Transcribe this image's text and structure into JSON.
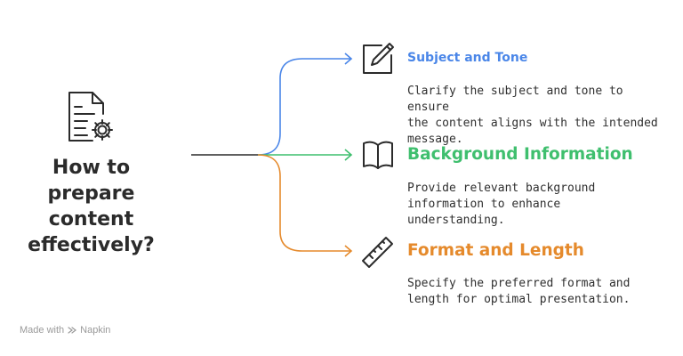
{
  "question": [
    "How to",
    "prepare",
    "content",
    "effectively?"
  ],
  "icons": {
    "main": "document-gear-icon",
    "subject_and_tone": "pencil-notepad-icon",
    "background_information": "open-book-icon",
    "format_and_length": "ruler-icon"
  },
  "branches": [
    {
      "title": "Subject and Tone",
      "description": [
        "Clarify the subject and tone to ensure",
        "the content aligns with the intended",
        "message."
      ],
      "color": "#4a86e8"
    },
    {
      "title": "Background Information",
      "description": [
        "Provide relevant background",
        "information to enhance",
        "understanding."
      ],
      "color": "#3fbf6e"
    },
    {
      "title": "Format and Length",
      "description": [
        "Specify the preferred format and",
        "length for optimal presentation."
      ],
      "color": "#e58a2c"
    }
  ],
  "colors": {
    "trunk": "#2b2b2b",
    "text": "#2b2b2b"
  },
  "footer": {
    "made_with": "Made with",
    "brand": "Napkin"
  }
}
